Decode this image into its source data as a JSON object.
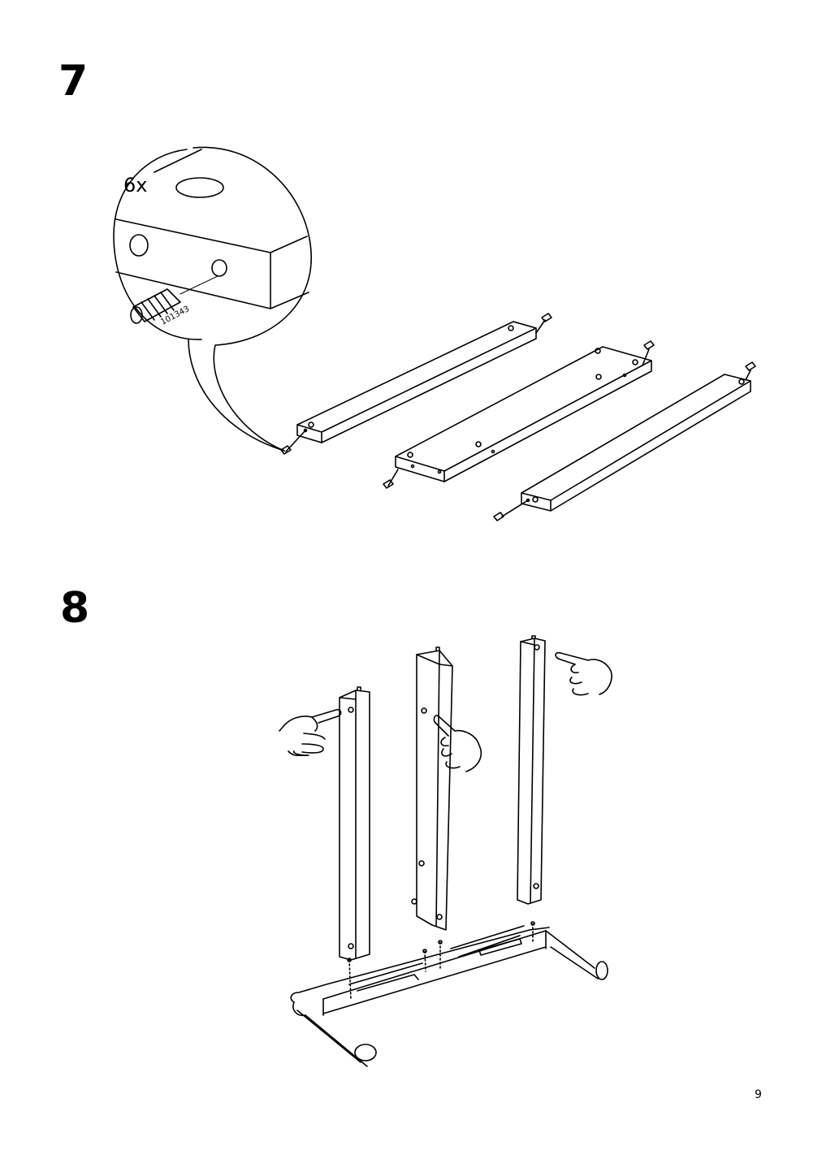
{
  "steps": [
    {
      "number": "7",
      "quantity": "6x",
      "part_number": "101343"
    },
    {
      "number": "8"
    }
  ],
  "page_number": "9"
}
